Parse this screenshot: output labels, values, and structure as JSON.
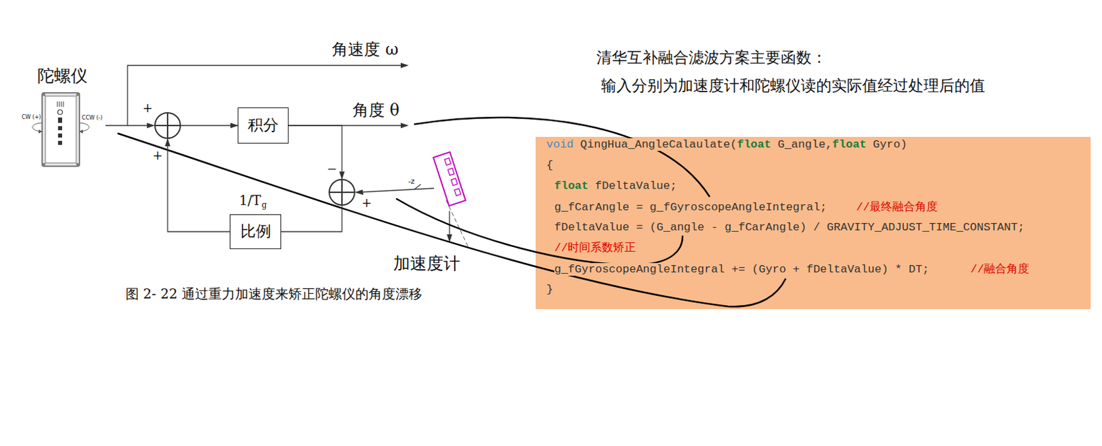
{
  "diagram": {
    "title": "清华互补融合滤波方案主要函数：",
    "caption": "图 2- 22 通过重力加速度来矫正陀螺仪的角度漂移",
    "nodes": [
      {
        "text": [
          "积分"
        ]
      },
      {
        "text": [
          "比例"
        ]
      },
      {
        "text": [
          "void",
          "QingHua_AngleCalaulate(",
          "float",
          "G_angle,",
          "float",
          "Gyro)",
          "{",
          "float",
          "fDeltaValue;",
          "g_fCarAngle = g_fGyroscopeAngleIntegral;",
          "//最终融合角度",
          "fDeltaValue = (G_angle - g_fCarAngle) / GRAVITY_ADJUST_TIME_CONSTANT;",
          "//时间系数矫正",
          "g_fGyroscopeAngleIntegral += (Gyro + fDeltaValue) * DT;",
          "//融合角度",
          "}"
        ]
      }
    ],
    "edges": [
      {
        "from": 1,
        "to": 0,
        "arrow": "to"
      },
      {
        "from": 0,
        "to": 1,
        "arrow": "none"
      }
    ],
    "labels": [
      "陀螺仪",
      "CW (+)",
      "CCW (-)",
      "角速度 ω",
      "+",
      "+",
      "角度 θ",
      "−",
      "+",
      "-z",
      "1/T",
      "g",
      "加速度计",
      "输入分别为加速度计和陀螺仪读的实际值经过处理后的值"
    ]
  }
}
